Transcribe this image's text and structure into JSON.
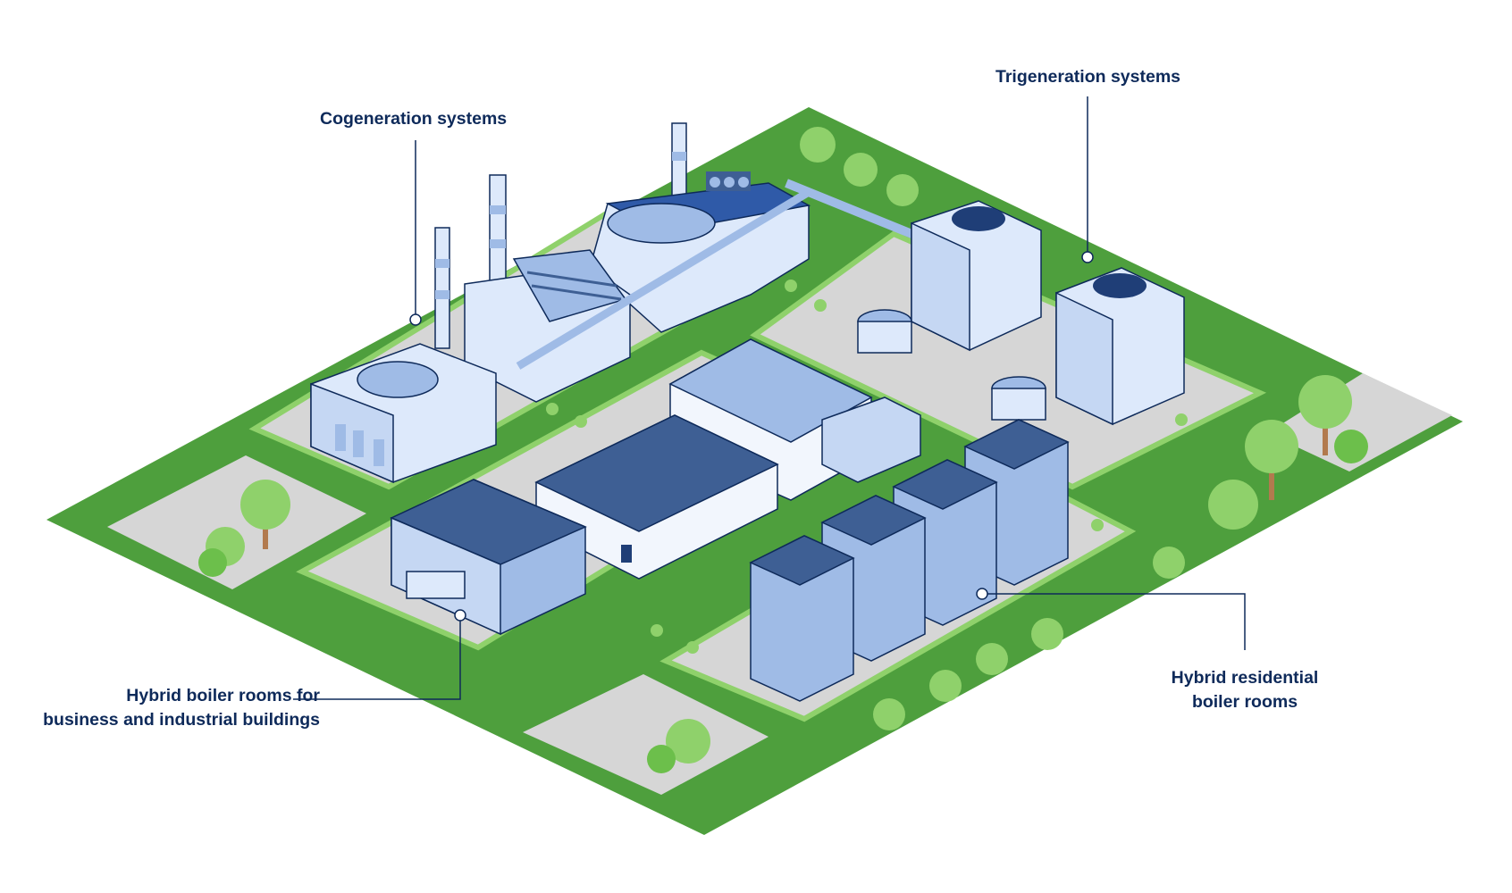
{
  "labels": {
    "cogeneration": "Cogeneration systems",
    "trigeneration": "Trigeneration systems",
    "business_line1": "Hybrid boiler rooms for",
    "business_line2": "business and industrial buildings",
    "residential_line1": "Hybrid residential",
    "residential_line2": "boiler rooms"
  },
  "colors": {
    "grass": "#4e9f3d",
    "light_green": "#8fd16b",
    "pavement": "#d7d7d7",
    "navy": "#0e2a5a",
    "building_light": "#dde9fb",
    "building_mid": "#9fbbe6",
    "roof_dark": "#3e5f94",
    "tree_trunk": "#b27a4e"
  }
}
